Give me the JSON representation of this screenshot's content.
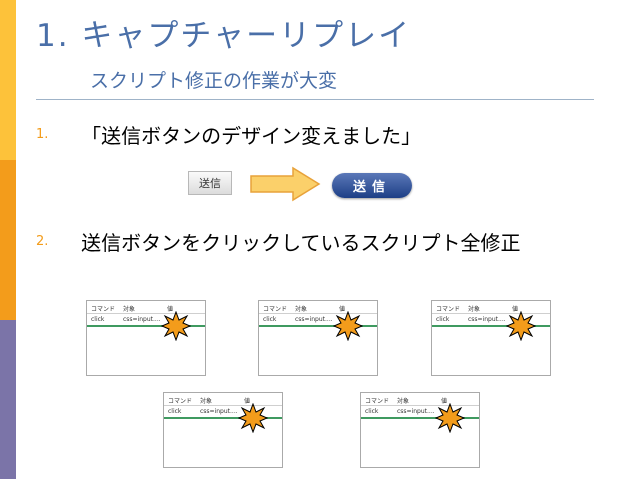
{
  "slide": {
    "title": "1. キャプチャーリプレイ",
    "subtitle": "スクリプト修正の作業が大変"
  },
  "items": [
    {
      "num": "1.",
      "text": "「送信ボタンのデザイン変えました」"
    },
    {
      "num": "2.",
      "text": "送信ボタンをクリックしているスクリプト全修正"
    }
  ],
  "buttons": {
    "old_label": "送信",
    "new_label": "送信"
  },
  "script_table": {
    "headers": [
      "コマンド",
      "対象",
      "値"
    ],
    "row": [
      "click",
      "css=input....",
      ""
    ]
  },
  "colors": {
    "title": "#4a6fa8",
    "sidebar_top": "#fdc23a",
    "sidebar_middle": "#f39c1b",
    "sidebar_bottom": "#7b74a8",
    "burst": "#f39c1b"
  }
}
